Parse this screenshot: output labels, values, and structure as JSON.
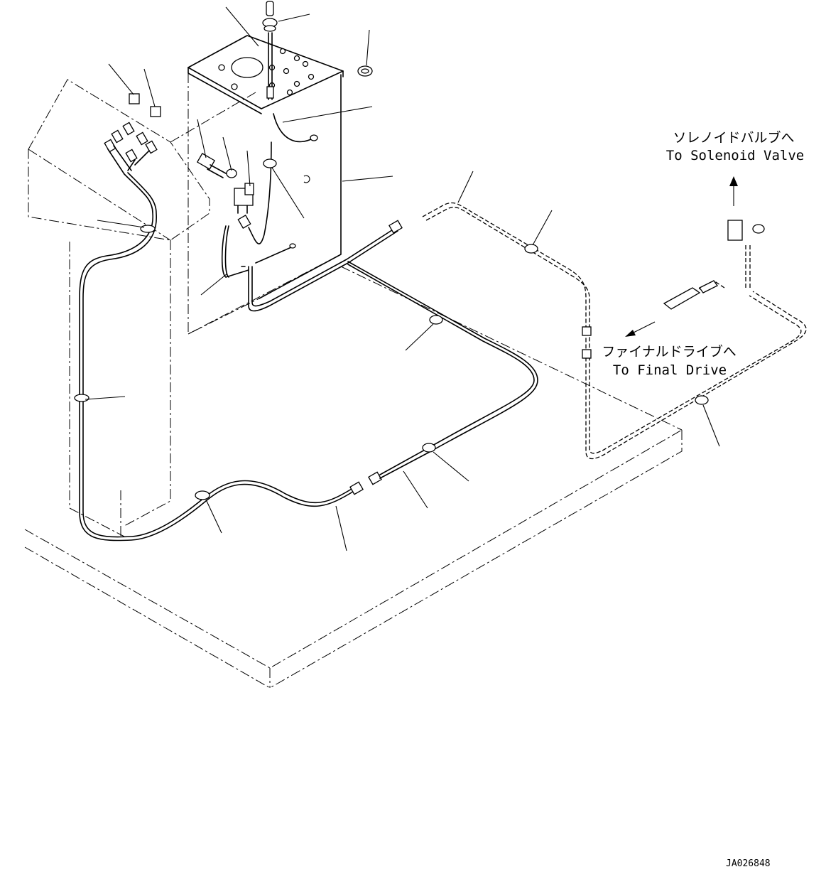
{
  "labels": {
    "solenoid_jp": "ソレノイドバルブへ",
    "solenoid_en": "To Solenoid Valve",
    "final_jp": "ファイナルドライブへ",
    "final_en": "To Final Drive",
    "drawing_id": "JA026848"
  }
}
